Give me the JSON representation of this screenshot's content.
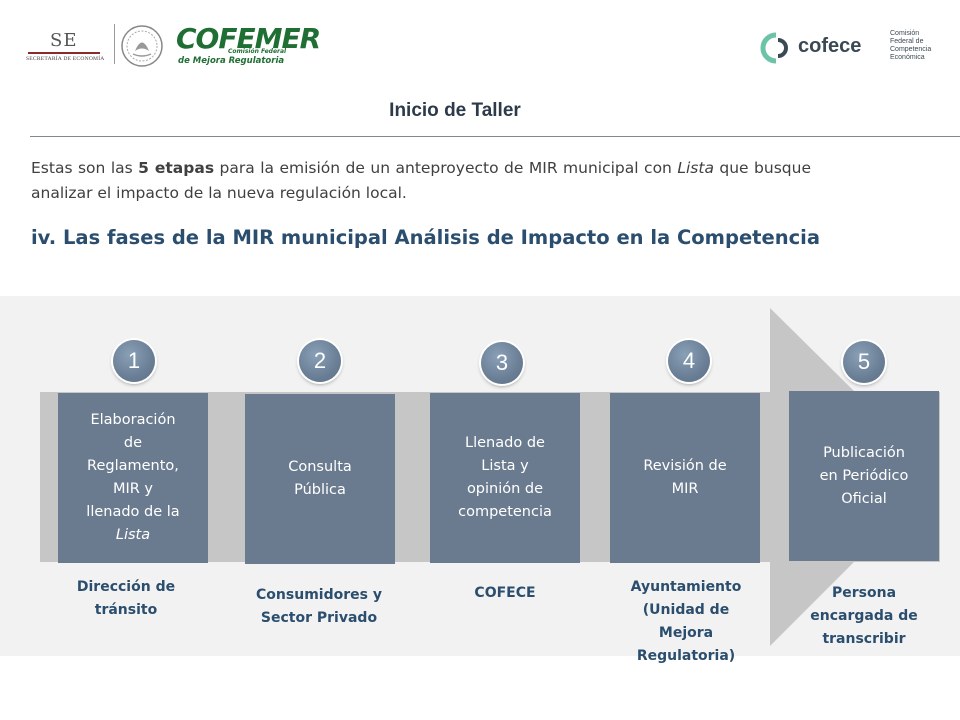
{
  "header": {
    "logo_se": "SE",
    "logo_se_sub": "SECRETARÍA DE ECONOMÍA",
    "logo_cofemer": "COFEMER",
    "logo_cofemer_sub1": "Comisión Federal",
    "logo_cofemer_sub2": "de Mejora Regulatoria",
    "logo_cofece": "cofece",
    "logo_cofece_full": [
      "Comisión",
      "Federal de",
      "Competencia",
      "Económica"
    ],
    "title": "Inicio de Taller"
  },
  "intro": {
    "part1": "Estas son las ",
    "bold": "5 etapas",
    "part2": " para la emisión de un anteproyecto de MIR municipal con ",
    "italic": "Lista",
    "part3": " que busque analizar el impacto de la nueva regulación local."
  },
  "section_title": "iv. Las fases de la MIR municipal Análisis de Impacto en la Competencia",
  "steps": [
    {
      "number": "1",
      "lines": [
        "Elaboración",
        "de",
        "Reglamento,",
        "MIR y",
        "llenado de la"
      ],
      "italic_line": "Lista",
      "actor": [
        "Dirección de",
        "tránsito"
      ]
    },
    {
      "number": "2",
      "lines": [
        "Consulta",
        "Pública"
      ],
      "actor": [
        "Consumidores y",
        "Sector Privado"
      ]
    },
    {
      "number": "3",
      "lines": [
        "Llenado de",
        "Lista y",
        "opinión de",
        "competencia"
      ],
      "actor": [
        "COFECE"
      ]
    },
    {
      "number": "4",
      "lines": [
        "Revisión de",
        "MIR"
      ],
      "actor": [
        "Ayuntamiento",
        "(Unidad de",
        "Mejora",
        "Regulatoria)"
      ]
    },
    {
      "number": "5",
      "lines": [
        "Publicación",
        "en Periódico",
        "Oficial"
      ],
      "actor": [
        "Persona",
        "encargada de",
        "transcribir"
      ]
    }
  ],
  "colors": {
    "box": "#6b7b8f",
    "actor_text": "#2b4e6e",
    "band": "#f2f2f2",
    "arrow": "#c6c6c6"
  }
}
